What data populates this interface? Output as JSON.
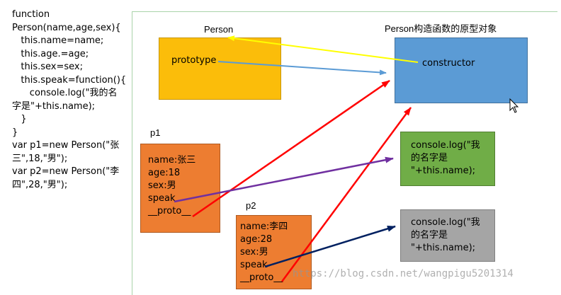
{
  "code_lines": [
    "function",
    "Person(name,age,sex){",
    "   this.name=name;",
    "   this.age.=age;",
    "   this.sex=sex;",
    "   this.speak=function(){",
    "      console.log(\"我的名",
    "字是\"+this.name);",
    "   }",
    "}",
    "var p1=new Person(\"张",
    "三\",18,\"男\");",
    "var p2=new Person(\"李",
    "四\",28,\"男\");"
  ],
  "person_label": "Person",
  "person_prop": "prototype",
  "proto_label": "Person构造函数的原型对象",
  "proto_prop": "constructor",
  "p1_label": "p1",
  "p1_lines": [
    "name:张三",
    "age:18",
    "sex:男",
    "speak",
    "__proto__"
  ],
  "p2_label": "p2",
  "p2_lines": [
    "name:李四",
    "age:28",
    "sex:男",
    "speak",
    "__proto__"
  ],
  "fn1_text": "console.log(\"我\n的名字是\n\"+this.name);",
  "fn2_text": "console.log(\"我\n的名字是\n\"+this.name);",
  "watermark": "https://blog.csdn.net/wangpigu5201314",
  "colors": {
    "person_box": "#fbbd0a",
    "proto_box": "#5b9bd5",
    "instance_box": "#ed7d31",
    "fn_box_1": "#70ad47",
    "fn_box_2": "#a5a5a5",
    "arrow_constructor": "#ffff00",
    "arrow_prototype": "#5b9bd5",
    "arrow_proto": "#ff0000",
    "arrow_speak_p1": "#7030a0",
    "arrow_speak_p2": "#002060"
  }
}
